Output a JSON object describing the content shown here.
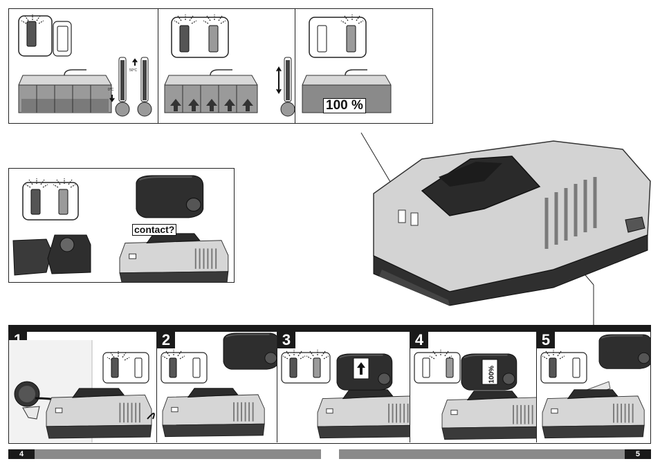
{
  "labels": {
    "full_charge": "100 %",
    "contact_check": "contact?",
    "battery_full": "100%"
  },
  "thermometers": {
    "low": "0°C",
    "high": "50°C"
  },
  "steps": [
    "1",
    "2",
    "3",
    "4",
    "5"
  ],
  "pages": {
    "left": "4",
    "right": "5"
  },
  "colors": {
    "led_red": "#555555",
    "led_green": "#9a9a9a",
    "charger_body": "#d9d9d9",
    "charger_dark": "#2c2c2c",
    "bar": "#1a1a1a",
    "page_bar_gray": "#8a8a8a"
  }
}
